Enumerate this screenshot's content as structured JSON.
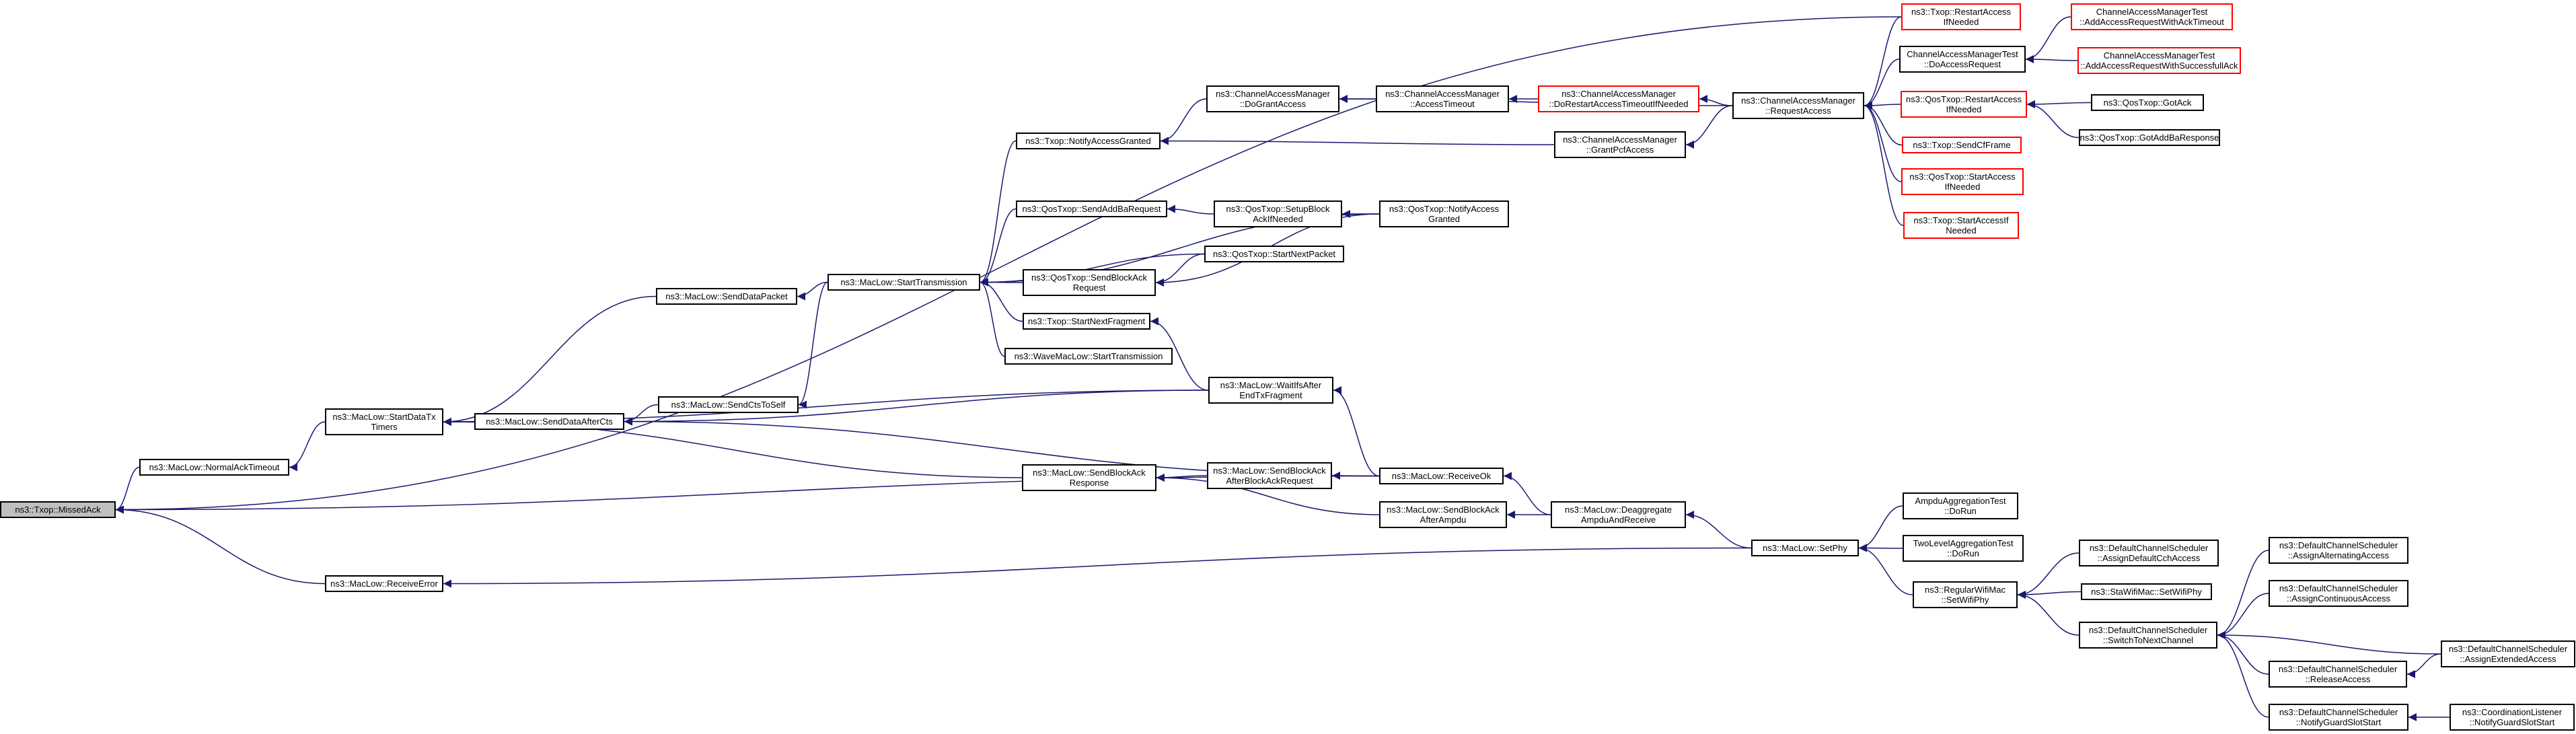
{
  "graph": {
    "edge_color": "#191970",
    "nodes": [
      {
        "id": "missed",
        "label": "ns3::Txop::MissedAck",
        "style": "root"
      },
      {
        "id": "normalack",
        "label": "ns3::MacLow::NormalAckTimeout"
      },
      {
        "id": "receiveerror",
        "label": "ns3::MacLow::ReceiveError"
      },
      {
        "id": "startdatatx",
        "label": "ns3::MacLow::StartDataTx\nTimers"
      },
      {
        "id": "senddataafter",
        "label": "ns3::MacLow::SendDataAfterCts"
      },
      {
        "id": "sendctstoself",
        "label": "ns3::MacLow::SendCtsToSelf"
      },
      {
        "id": "senddatapacket",
        "label": "ns3::MacLow::SendDataPacket"
      },
      {
        "id": "starttransmission",
        "label": "ns3::MacLow::StartTransmission"
      },
      {
        "id": "notifyaccessgranted",
        "label": "ns3::Txop::NotifyAccessGranted"
      },
      {
        "id": "sendaddba",
        "label": "ns3::QosTxop::SendAddBaRequest"
      },
      {
        "id": "setupblock",
        "label": "ns3::QosTxop::SetupBlock\nAckIfNeeded"
      },
      {
        "id": "qosnotify",
        "label": "ns3::QosTxop::NotifyAccess\nGranted"
      },
      {
        "id": "qosstartnext",
        "label": "ns3::QosTxop::StartNextPacket"
      },
      {
        "id": "qossendblockack",
        "label": "ns3::QosTxop::SendBlockAck\nRequest"
      },
      {
        "id": "startnextfrag",
        "label": "ns3::Txop::StartNextFragment"
      },
      {
        "id": "wavestart",
        "label": "ns3::WaveMacLow::StartTransmission"
      },
      {
        "id": "waitifsafter",
        "label": "ns3::MacLow::WaitIfsAfter\nEndTxFragment"
      },
      {
        "id": "sendblockackresp",
        "label": "ns3::MacLow::SendBlockAck\nResponse"
      },
      {
        "id": "sendblockackafterreq",
        "label": "ns3::MacLow::SendBlockAck\nAfterBlockAckRequest"
      },
      {
        "id": "sendblockackafterampdu",
        "label": "ns3::MacLow::SendBlockAck\nAfterAmpdu"
      },
      {
        "id": "receiveok",
        "label": "ns3::MacLow::ReceiveOk"
      },
      {
        "id": "deaggregate",
        "label": "ns3::MacLow::Deaggregate\nAmpduAndReceive"
      },
      {
        "id": "setphy",
        "label": "ns3::MacLow::SetPhy"
      },
      {
        "id": "ampdutest",
        "label": "AmpduAggregationTest\n::DoRun"
      },
      {
        "id": "twoleveltest",
        "label": "TwoLevelAggregationTest\n::DoRun"
      },
      {
        "id": "regularwifimac",
        "label": "ns3::RegularWifiMac\n::SetWifiPhy"
      },
      {
        "id": "dcsassigndefault",
        "label": "ns3::DefaultChannelScheduler\n::AssignDefaultCchAccess"
      },
      {
        "id": "stawifimac",
        "label": "ns3::StaWifiMac::SetWifiPhy"
      },
      {
        "id": "dcsswitch",
        "label": "ns3::DefaultChannelScheduler\n::SwitchToNextChannel"
      },
      {
        "id": "dcsrelease",
        "label": "ns3::DefaultChannelScheduler\n::ReleaseAccess"
      },
      {
        "id": "dcsnotifyguard",
        "label": "ns3::DefaultChannelScheduler\n::NotifyGuardSlotStart"
      },
      {
        "id": "dcsassignalt",
        "label": "ns3::DefaultChannelScheduler\n::AssignAlternatingAccess"
      },
      {
        "id": "dcsassigncont",
        "label": "ns3::DefaultChannelScheduler\n::AssignContinuousAccess"
      },
      {
        "id": "dcsassignext",
        "label": "ns3::DefaultChannelScheduler\n::AssignExtendedAccess"
      },
      {
        "id": "coordnotify",
        "label": "ns3::CoordinationListener\n::NotifyGuardSlotStart"
      },
      {
        "id": "camdogrant",
        "label": "ns3::ChannelAccessManager\n::DoGrantAccess"
      },
      {
        "id": "camaccesstimeout",
        "label": "ns3::ChannelAccessManager\n::AccessTimeout"
      },
      {
        "id": "camdorestart",
        "label": "ns3::ChannelAccessManager\n::DoRestartAccessTimeoutIfNeeded",
        "style": "red"
      },
      {
        "id": "camgrantpcf",
        "label": "ns3::ChannelAccessManager\n::GrantPcfAccess"
      },
      {
        "id": "camrequest",
        "label": "ns3::ChannelAccessManager\n::RequestAccess"
      },
      {
        "id": "txoprestart",
        "label": "ns3::Txop::RestartAccess\nIfNeeded",
        "style": "red"
      },
      {
        "id": "camtestdoreq",
        "label": "ChannelAccessManagerTest\n::DoAccessRequest"
      },
      {
        "id": "camtestackto",
        "label": "ChannelAccessManagerTest\n::AddAccessRequestWithAckTimeout",
        "style": "red"
      },
      {
        "id": "camtestsucc",
        "label": "ChannelAccessManagerTest\n::AddAccessRequestWithSuccessfullAck",
        "style": "red"
      },
      {
        "id": "qosrestart",
        "label": "ns3::QosTxop::RestartAccess\nIfNeeded",
        "style": "red"
      },
      {
        "id": "qosgotack",
        "label": "ns3::QosTxop::GotAck"
      },
      {
        "id": "qosgotaddba",
        "label": "ns3::QosTxop::GotAddBaResponse"
      },
      {
        "id": "txopsendcf",
        "label": "ns3::Txop::SendCfFrame",
        "style": "red"
      },
      {
        "id": "qosstartaccess",
        "label": "ns3::QosTxop::StartAccess\nIfNeeded",
        "style": "red"
      },
      {
        "id": "txopstartaccess",
        "label": "ns3::Txop::StartAccessIf\nNeeded",
        "style": "red"
      }
    ],
    "edges": [
      [
        "normalack",
        "missed"
      ],
      [
        "receiveerror",
        "missed"
      ],
      [
        "receiveok",
        "missed"
      ],
      [
        "txoprestart",
        "missed"
      ],
      [
        "startdatatx",
        "normalack"
      ],
      [
        "setphy",
        "receiveerror"
      ],
      [
        "senddatapacket",
        "startdatatx"
      ],
      [
        "senddataafter",
        "startdatatx"
      ],
      [
        "sendblockackresp",
        "startdatatx"
      ],
      [
        "waitifsafter",
        "startdatatx"
      ],
      [
        "sendctstoself",
        "senddataafter"
      ],
      [
        "waitifsafter",
        "senddataafter"
      ],
      [
        "receiveok",
        "senddataafter"
      ],
      [
        "starttransmission",
        "senddatapacket"
      ],
      [
        "starttransmission",
        "sendctstoself"
      ],
      [
        "notifyaccessgranted",
        "starttransmission"
      ],
      [
        "sendaddba",
        "starttransmission"
      ],
      [
        "qosnotify",
        "starttransmission"
      ],
      [
        "qosstartnext",
        "starttransmission"
      ],
      [
        "qossendblockack",
        "starttransmission"
      ],
      [
        "startnextfrag",
        "starttransmission"
      ],
      [
        "wavestart",
        "starttransmission"
      ],
      [
        "camdogrant",
        "notifyaccessgranted"
      ],
      [
        "camgrantpcf",
        "notifyaccessgranted"
      ],
      [
        "setupblock",
        "sendaddba"
      ],
      [
        "qosnotify",
        "setupblock"
      ],
      [
        "qosnotify",
        "qossendblockack"
      ],
      [
        "qosstartnext",
        "qossendblockack"
      ],
      [
        "waitifsafter",
        "startnextfrag"
      ],
      [
        "receiveok",
        "waitifsafter"
      ],
      [
        "sendblockackafterreq",
        "sendblockackresp"
      ],
      [
        "sendblockackafterampdu",
        "sendblockackresp"
      ],
      [
        "receiveok",
        "sendblockackafterreq"
      ],
      [
        "deaggregate",
        "receiveok"
      ],
      [
        "deaggregate",
        "sendblockackafterampdu"
      ],
      [
        "setphy",
        "deaggregate"
      ],
      [
        "ampdutest",
        "setphy"
      ],
      [
        "twoleveltest",
        "setphy"
      ],
      [
        "regularwifimac",
        "setphy"
      ],
      [
        "dcsassigndefault",
        "regularwifimac"
      ],
      [
        "stawifimac",
        "regularwifimac"
      ],
      [
        "dcsswitch",
        "regularwifimac"
      ],
      [
        "dcsassignalt",
        "dcsswitch"
      ],
      [
        "dcsassigncont",
        "dcsswitch"
      ],
      [
        "dcsassignext",
        "dcsswitch"
      ],
      [
        "dcsrelease",
        "dcsswitch"
      ],
      [
        "dcsnotifyguard",
        "dcsswitch"
      ],
      [
        "dcsassignext",
        "dcsrelease"
      ],
      [
        "coordnotify",
        "dcsnotifyguard"
      ],
      [
        "camaccesstimeout",
        "camdogrant"
      ],
      [
        "camrequest",
        "camdogrant"
      ],
      [
        "camdorestart",
        "camaccesstimeout"
      ],
      [
        "camrequest",
        "camdorestart"
      ],
      [
        "camrequest",
        "camgrantpcf"
      ],
      [
        "txoprestart",
        "camrequest"
      ],
      [
        "camtestdoreq",
        "camrequest"
      ],
      [
        "qosrestart",
        "camrequest"
      ],
      [
        "txopsendcf",
        "camrequest"
      ],
      [
        "qosstartaccess",
        "camrequest"
      ],
      [
        "txopstartaccess",
        "camrequest"
      ],
      [
        "camtestackto",
        "camtestdoreq"
      ],
      [
        "camtestsucc",
        "camtestdoreq"
      ],
      [
        "qosgotack",
        "qosrestart"
      ],
      [
        "qosgotaddba",
        "qosrestart"
      ]
    ]
  }
}
